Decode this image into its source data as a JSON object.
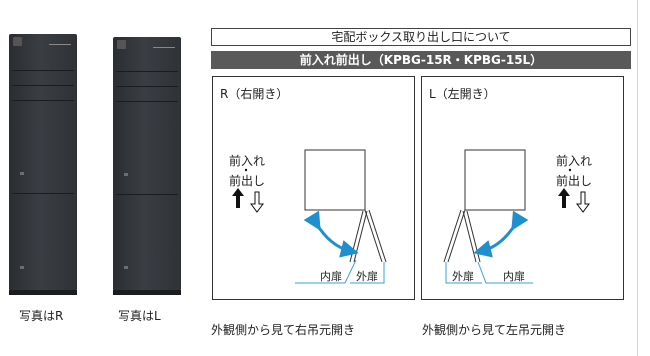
{
  "photos": [
    {
      "caption": "写真はR"
    },
    {
      "caption": "写真はL"
    }
  ],
  "header": {
    "title": "宅配ボックス取り出し口について",
    "subtitle": "前入れ前出し（KPBG-15R・KPBG-15L）"
  },
  "panels": [
    {
      "title": "R（右開き）",
      "direction_line1": "前入れ",
      "direction_line2": "前出し",
      "inner_door": "内扉",
      "outer_door": "外扉",
      "footer": "外観側から見て右吊元開き"
    },
    {
      "title": "L（左開き）",
      "direction_line1": "前入れ",
      "direction_line2": "前出し",
      "inner_door": "内扉",
      "outer_door": "外扉",
      "footer": "外観側から見て左吊元開き"
    }
  ],
  "colors": {
    "leader_line": "#3aa3d8",
    "swing_arrow": "#1f8fd0",
    "header_bar": "#595959"
  },
  "icons": [
    "arrow-up-filled-icon",
    "arrow-down-outline-icon",
    "swing-arrow-icon"
  ]
}
